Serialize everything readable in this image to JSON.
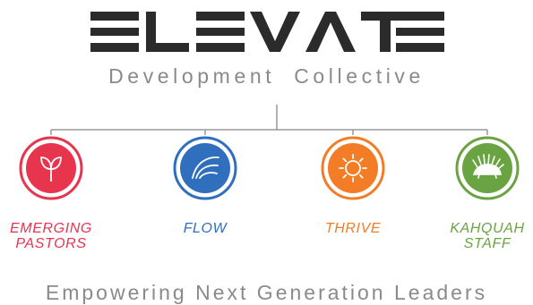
{
  "header": {
    "logo_text": "ELEVATE",
    "subtitle": "Development Collective"
  },
  "programs": [
    {
      "line1": "EMERGING",
      "line2": "PASTORS",
      "color": "#e8354e",
      "icon": "sprout-icon"
    },
    {
      "line1": "FLOW",
      "line2": "",
      "color": "#2f6fbd",
      "icon": "wind-flow-icon"
    },
    {
      "line1": "THRIVE",
      "line2": "",
      "color": "#f27d26",
      "icon": "sun-icon"
    },
    {
      "line1": "KAHQUAH",
      "line2": "STAFF",
      "color": "#6aa342",
      "icon": "porcupine-icon"
    }
  ],
  "colors": {
    "logo": "#2b2b2b",
    "connector": "#999999",
    "muted_text": "#8a8a8a"
  },
  "footer": {
    "tagline": "Empowering Next Generation Leaders"
  }
}
